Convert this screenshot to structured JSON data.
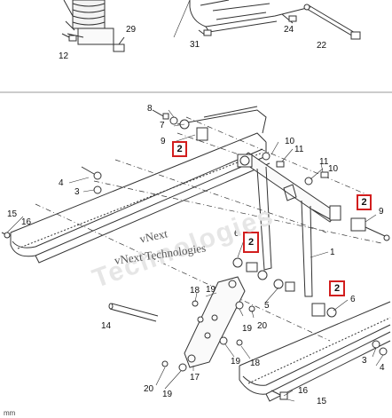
{
  "diagram": {
    "top_callouts": [
      "12",
      "29",
      "31",
      "24",
      "22"
    ],
    "main_callouts": [
      "8",
      "7",
      "9",
      "10",
      "11",
      "11",
      "10",
      "4",
      "3",
      "15",
      "16",
      "6",
      "1",
      "9",
      "5",
      "6",
      "18",
      "19",
      "20",
      "19",
      "14",
      "19",
      "17",
      "18",
      "20",
      "19",
      "3",
      "4",
      "16",
      "15"
    ],
    "highlight_labels": [
      "2",
      "2",
      "2",
      "2"
    ],
    "watermark_line1": "vNext",
    "watermark_line2": "vNext Technologies",
    "watermark_large": "Technologies",
    "corner_label": "mm"
  },
  "colors": {
    "highlight_border": "#d21e1e",
    "line": "#333333",
    "divider": "#9a9a9a"
  }
}
